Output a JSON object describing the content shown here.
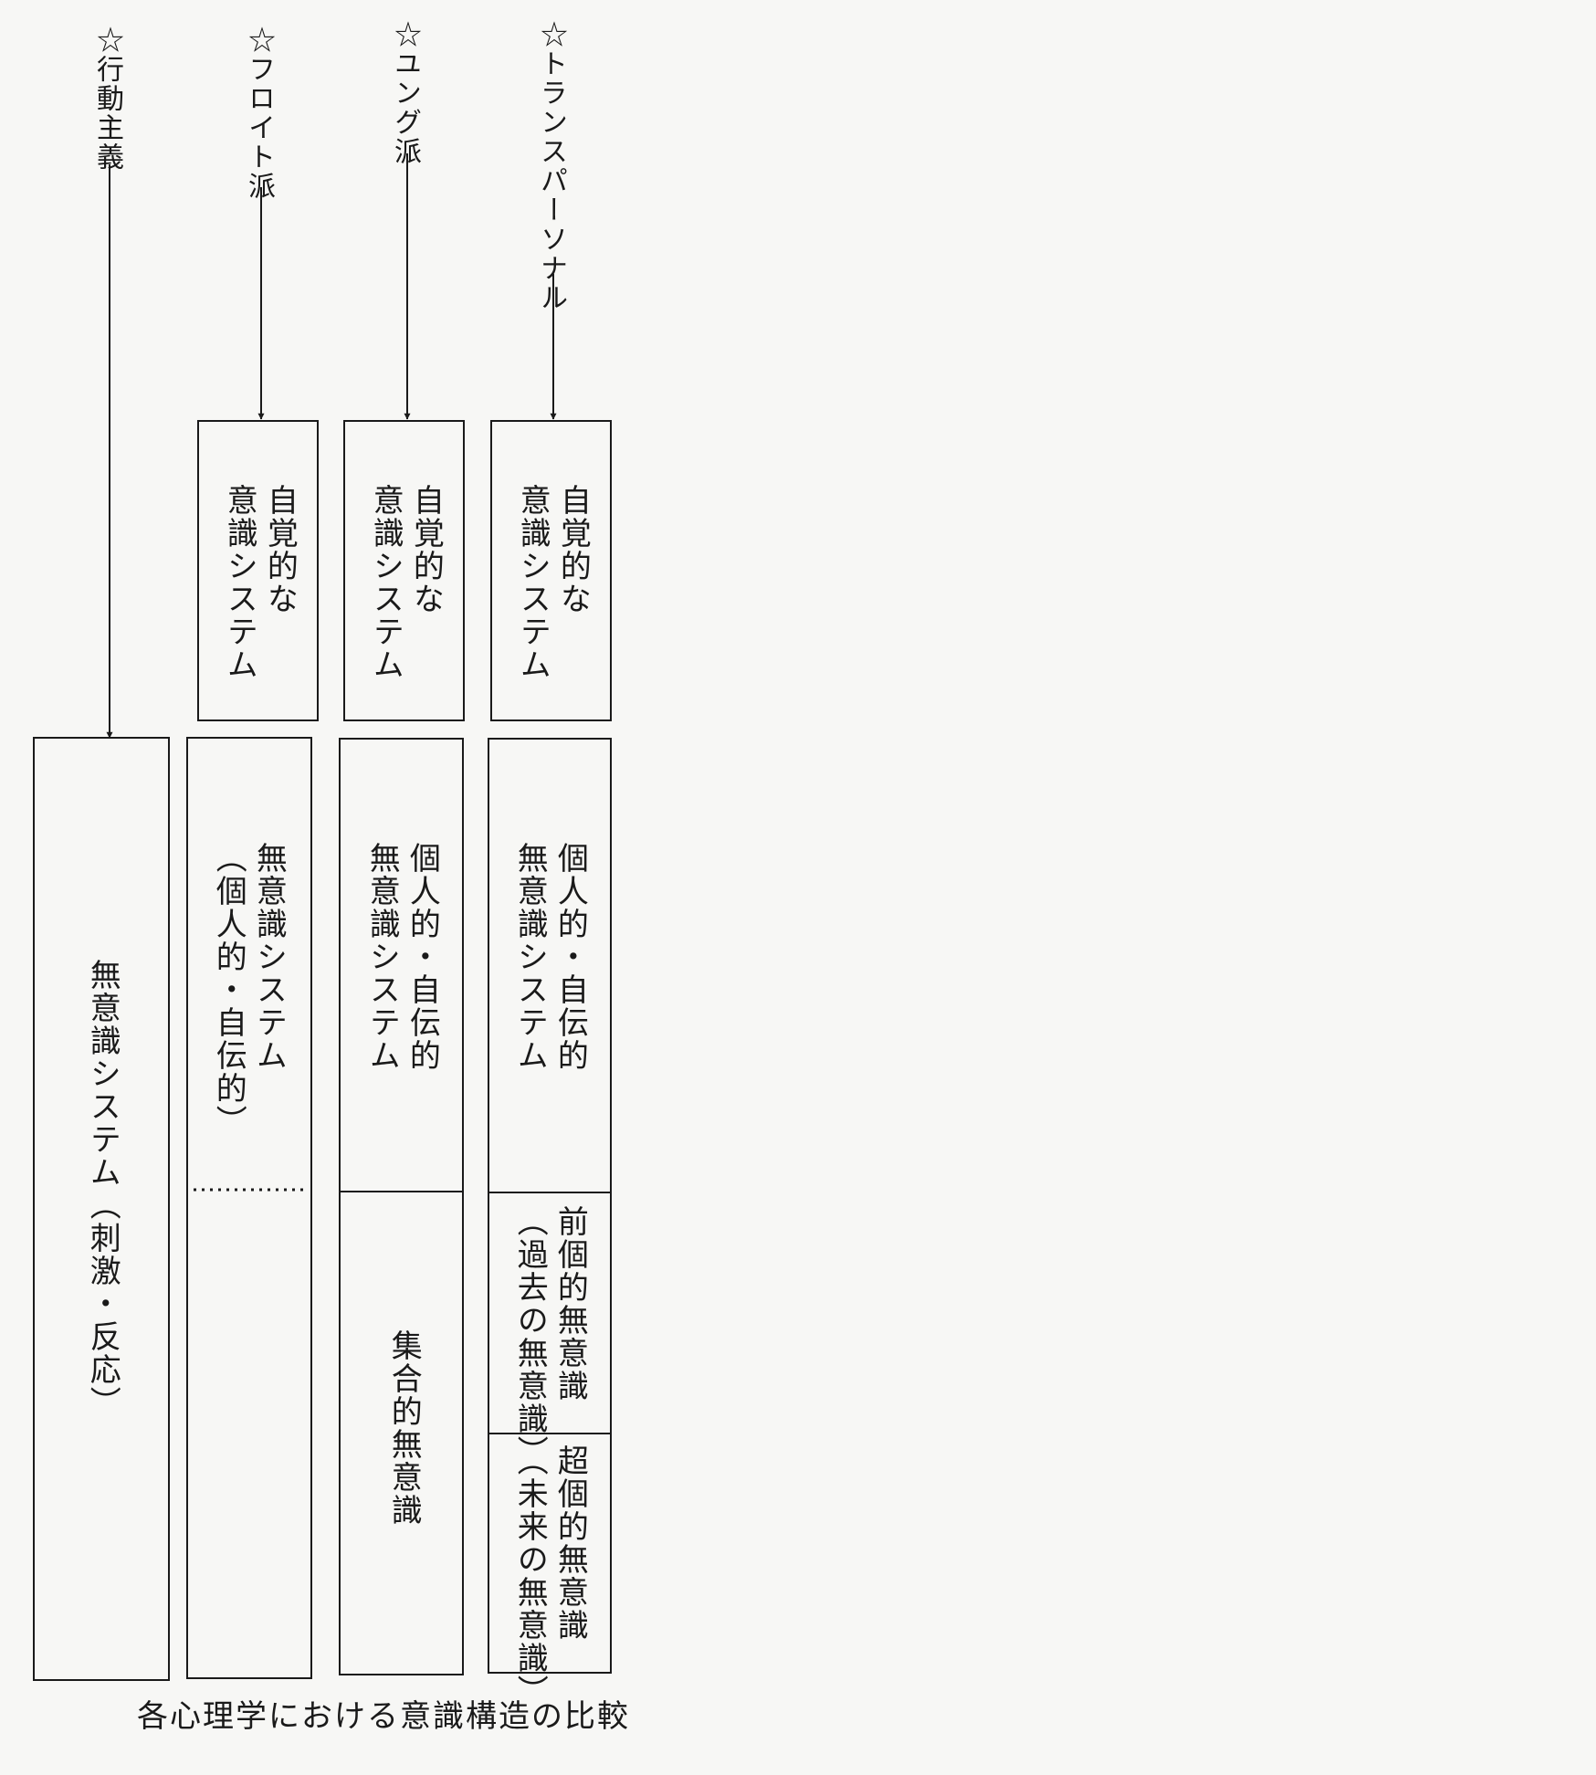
{
  "columns": [
    {
      "label": "☆行動主義",
      "boxes": [
        "無意識システム（刺激・反応）"
      ]
    },
    {
      "label": "☆フロイト派",
      "boxes": [
        "自覚的な\n意識システム",
        "無意識システム\n（個人的・自伝的）"
      ]
    },
    {
      "label": "☆ユング派",
      "boxes": [
        "自覚的な\n意識システム",
        "個人的・自伝的\n無意識システム",
        "集合的無意識"
      ]
    },
    {
      "label": "☆トランスパーソナル",
      "boxes": [
        "自覚的な\n意識システム",
        "個人的・自伝的\n無意識システム",
        "前個的無意識\n（過去の無意識）",
        "超個的無意識\n（未来の無意識）"
      ]
    }
  ],
  "caption": "各心理学における意識構造の比較"
}
